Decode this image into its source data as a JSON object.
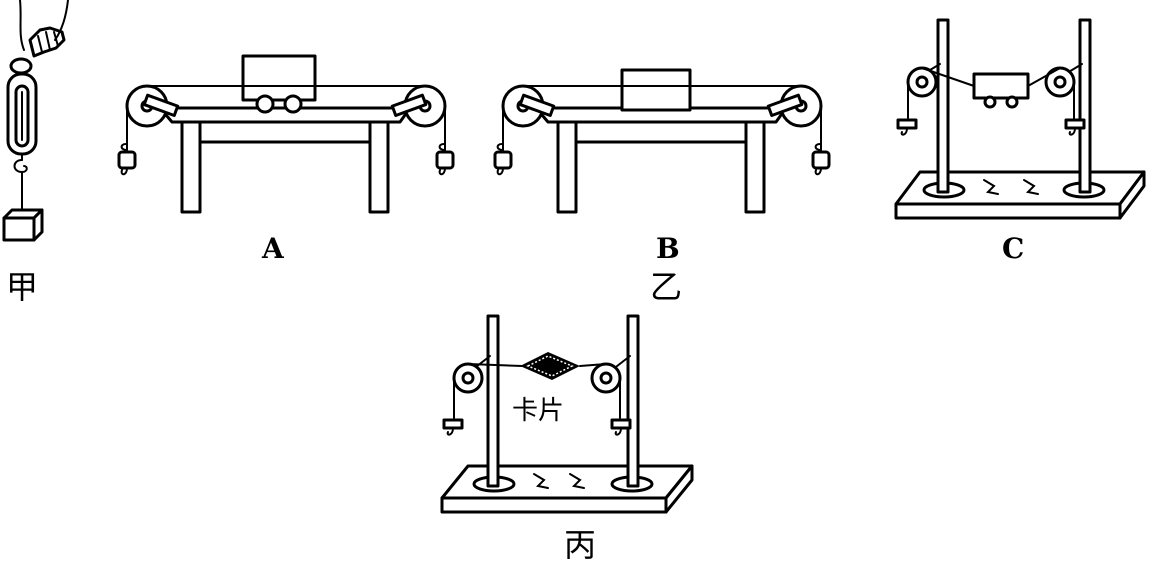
{
  "labels": {
    "jia": "甲",
    "A": "A",
    "B": "B",
    "C": "C",
    "yi": "乙",
    "bing": "丙",
    "card": "卡片"
  }
}
